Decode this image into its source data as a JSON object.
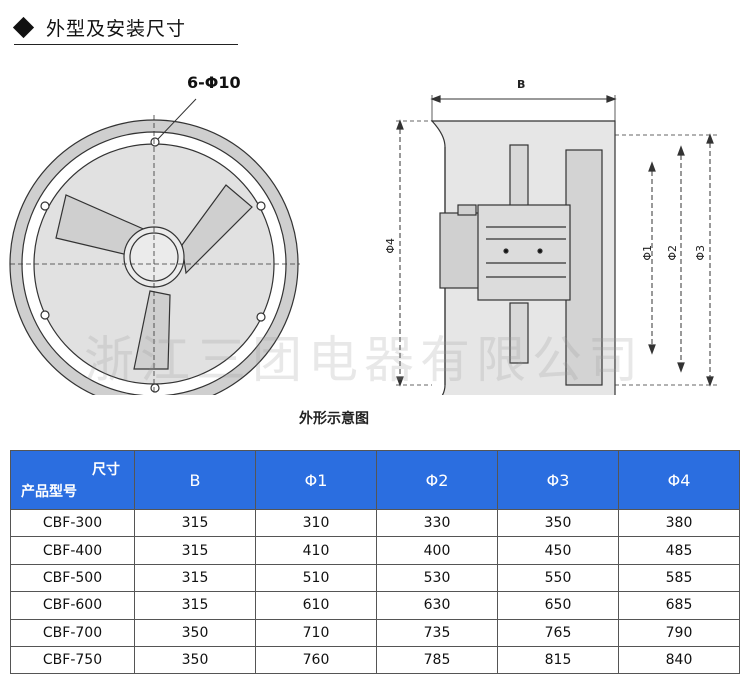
{
  "header": {
    "title": "外型及安装尺寸",
    "marker_icon": "diamond-icon"
  },
  "drawing": {
    "holes_label": "6-Φ10",
    "b_label": "B",
    "d1_label": "Φ1",
    "d2_label": "Φ2",
    "d3_label": "Φ3",
    "d4_label": "Φ4",
    "caption": "外形示意图"
  },
  "watermark": "浙江三团电器有限公司",
  "table": {
    "corner_top": "尺寸",
    "corner_bottom": "产品型号",
    "columns": [
      "B",
      "Φ1",
      "Φ2",
      "Φ3",
      "Φ4"
    ],
    "rows": [
      [
        "CBF-300",
        "315",
        "310",
        "330",
        "350",
        "380"
      ],
      [
        "CBF-400",
        "315",
        "410",
        "400",
        "450",
        "485"
      ],
      [
        "CBF-500",
        "315",
        "510",
        "530",
        "550",
        "585"
      ],
      [
        "CBF-600",
        "315",
        "610",
        "630",
        "650",
        "685"
      ],
      [
        "CBF-700",
        "350",
        "710",
        "735",
        "765",
        "790"
      ],
      [
        "CBF-750",
        "350",
        "760",
        "785",
        "815",
        "840"
      ]
    ]
  },
  "colors": {
    "header_fill": "#2b6ee0",
    "header_text": "#ffffff",
    "drawing_fill": "#d9d9d9"
  }
}
